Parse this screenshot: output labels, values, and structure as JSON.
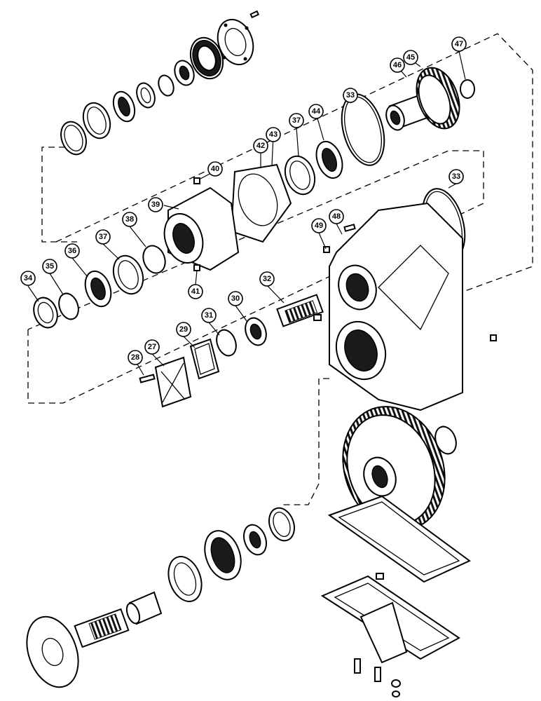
{
  "callouts": {
    "c27": "27",
    "c28": "28",
    "c29": "29",
    "c30": "30",
    "c31": "31",
    "c32": "32",
    "c33a": "33",
    "c33b": "33",
    "c34": "34",
    "c35": "35",
    "c36": "36",
    "c37a": "37",
    "c37b": "37",
    "c38": "38",
    "c39": "39",
    "c40": "40",
    "c41": "41",
    "c42": "42",
    "c43": "43",
    "c44": "44",
    "c45": "45",
    "c46": "46",
    "c47": "47",
    "c48": "48",
    "c49": "49"
  }
}
